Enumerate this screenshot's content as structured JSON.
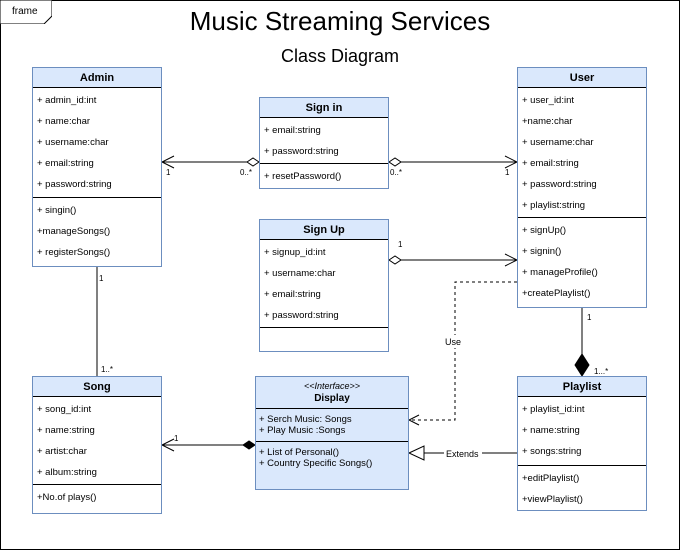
{
  "frame": {
    "label": "frame"
  },
  "title": "Music Streaming Services",
  "subtitle": "Class Diagram",
  "classes": {
    "admin": {
      "name": "Admin",
      "attributes": [
        "+ admin_id:int",
        "+ name:char",
        "+ username:char",
        "+ email:string",
        "+ password:string"
      ],
      "methods": [
        "+ singin()",
        "+manageSongs()",
        "+ registerSongs()"
      ]
    },
    "signin": {
      "name": "Sign in",
      "attributes": [
        "+ email:string",
        "+ password:string"
      ],
      "methods": [
        "+ resetPassword()"
      ]
    },
    "user": {
      "name": "User",
      "attributes": [
        "+ user_id:int",
        "+name:char",
        "+ username:char",
        "+ email:string",
        "+ password:string",
        "+ playlist:string"
      ],
      "methods": [
        "+ signUp()",
        "+ signin()",
        "+ manageProfile()",
        "+createPlaylist()"
      ]
    },
    "signup": {
      "name": "Sign Up",
      "attributes": [
        "+ signup_id:int",
        "+ username:char",
        "+ email:string",
        "+ password:string"
      ],
      "methods": []
    },
    "song": {
      "name": "Song",
      "attributes": [
        "+ song_id:int",
        "+ name:string",
        "+ artist:char",
        "+ album:string"
      ],
      "methods": [
        "+No.of plays()"
      ]
    },
    "display": {
      "stereotype": "<<Interface>>",
      "name": "Display",
      "attributes": [
        "+ Serch Music: Songs",
        "+ Play Music :Songs"
      ],
      "methods": [
        "+ List of Personal()",
        "+ Country Specific Songs()"
      ]
    },
    "playlist": {
      "name": "Playlist",
      "attributes": [
        "+ playlist_id:int",
        "+ name:string",
        "+ songs:string"
      ],
      "methods": [
        "+editPlaylist()",
        "+viewPlaylist()"
      ]
    }
  },
  "connectors": {
    "admin_signin": {
      "source_mult": "1",
      "target_mult": "0..*"
    },
    "signin_user": {
      "source_mult": "0..*",
      "target_mult": "1"
    },
    "signup_user": {
      "mult": "1"
    },
    "admin_song": {
      "source_mult": "1",
      "target_mult": "1..*"
    },
    "user_playlist": {
      "source_mult": "1",
      "target_mult": "1...*"
    },
    "display_song": {
      "mult": "1"
    },
    "use_label": "Use",
    "extends_label": "Extends"
  }
}
